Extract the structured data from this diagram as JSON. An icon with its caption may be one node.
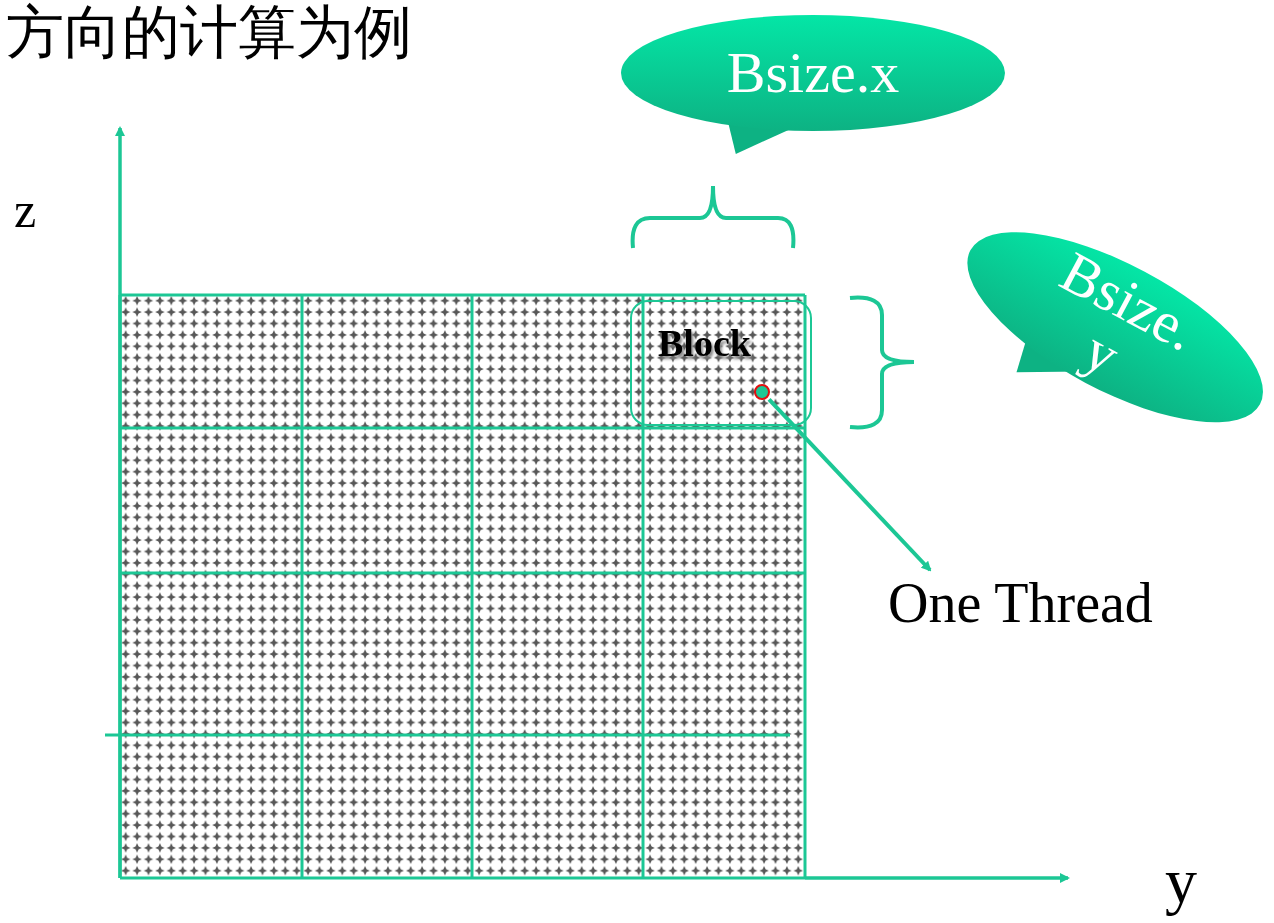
{
  "diagram": {
    "title": "方向的计算为例",
    "nodes": [
      {
        "text": [
          "Bsize.x"
        ]
      },
      {
        "text": [
          "Bsize. y"
        ]
      },
      {
        "text": [
          "Block"
        ]
      },
      {
        "text": [],
        "shape": "circle",
        "in": 2
      },
      {
        "text": [
          "One Thread"
        ]
      }
    ],
    "edges": [
      {
        "from": 3,
        "to": 4,
        "arrow": "to"
      }
    ],
    "labels": [
      "z",
      "y"
    ]
  }
}
